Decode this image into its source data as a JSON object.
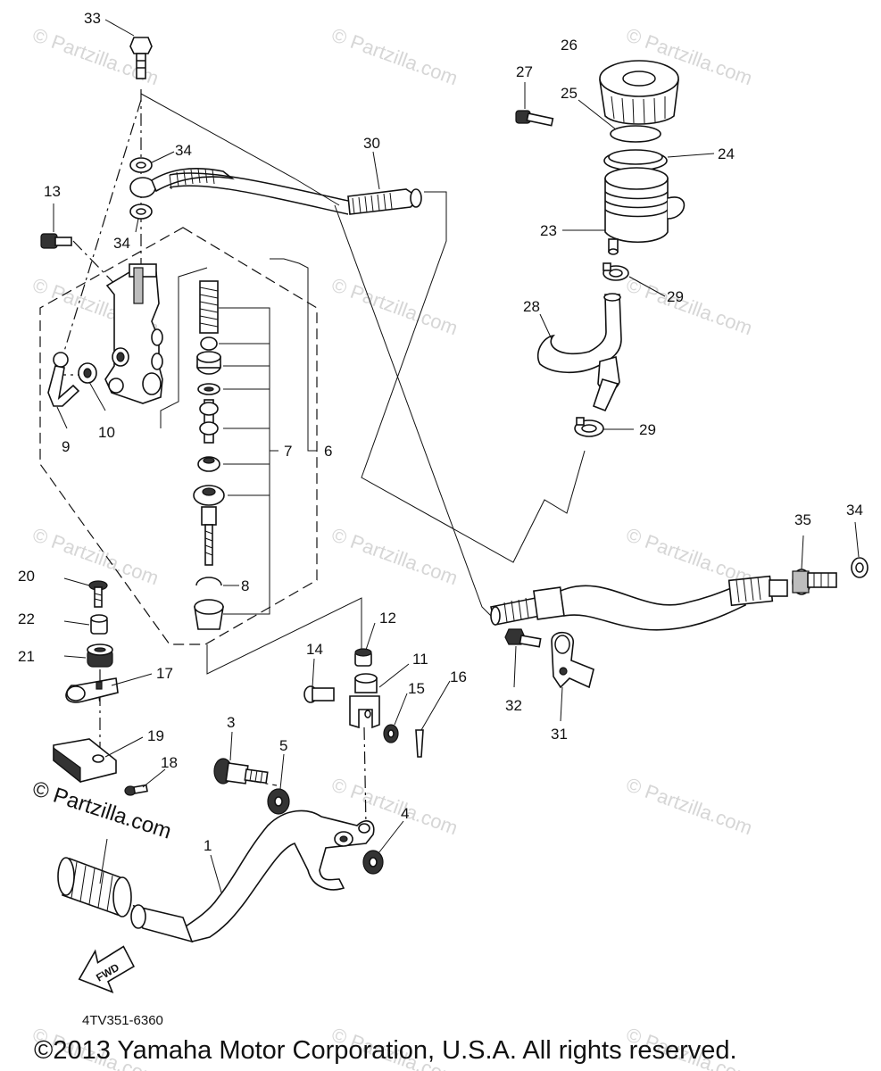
{
  "watermark": "© Partzilla.com",
  "figure_code": "4TV351-6360",
  "copyright": "©2013 Yamaha Motor Corporation, U.S.A. All rights reserved.",
  "fwd_label": "FWD",
  "callouts": {
    "c1": "1",
    "c3": "3",
    "c4": "4",
    "c5": "5",
    "c6": "6",
    "c7": "7",
    "c8": "8",
    "c9": "9",
    "c10": "10",
    "c11": "11",
    "c12": "12",
    "c13": "13",
    "c14": "14",
    "c15": "15",
    "c16": "16",
    "c17": "17",
    "c18": "18",
    "c19": "19",
    "c20": "20",
    "c21": "21",
    "c22": "22",
    "c23": "23",
    "c24": "24",
    "c25": "25",
    "c26": "26",
    "c27": "27",
    "c28": "28",
    "c29a": "29",
    "c29b": "29",
    "c30": "30",
    "c31": "31",
    "c32": "32",
    "c33": "33",
    "c34a": "34",
    "c34b": "34",
    "c34c": "34",
    "c35": "35"
  }
}
